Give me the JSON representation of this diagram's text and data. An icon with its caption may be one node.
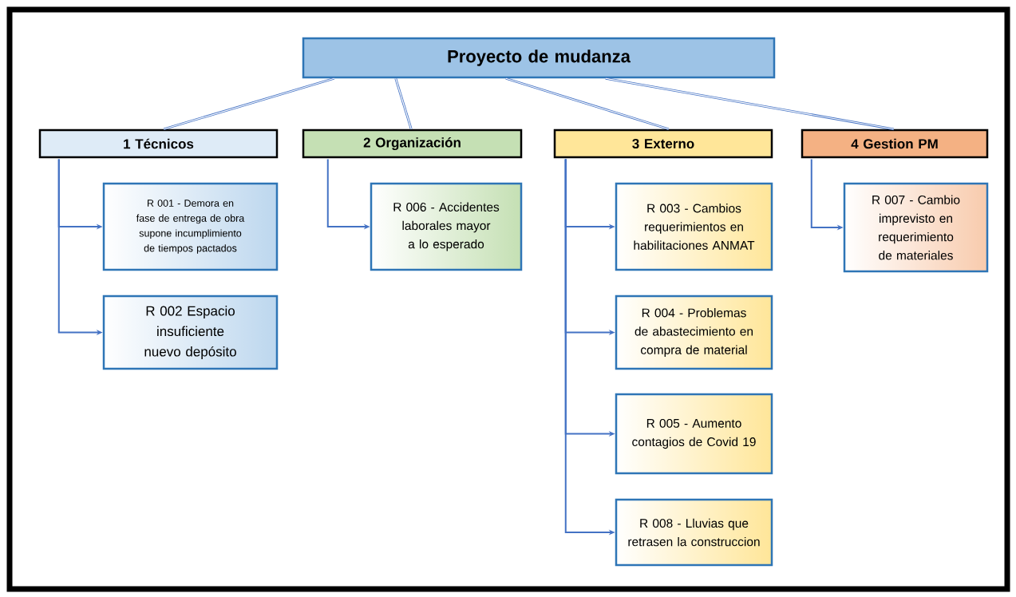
{
  "diagram": {
    "nodes": [
      {
        "text": [
          "Proyecto de mudanza"
        ]
      },
      {
        "text": [
          "1 Técnicos"
        ]
      },
      {
        "text": [
          "2 Organización"
        ]
      },
      {
        "text": [
          "3 Externo"
        ]
      },
      {
        "text": [
          "4 Gestion PM"
        ]
      },
      {
        "text": [
          "R 001 - Demora en fase de entrega de obra supone incumplimiento de tiempos pactados"
        ]
      },
      {
        "text": [
          "R 002 Espacio insuficiente nuevo depósito"
        ]
      },
      {
        "text": [
          "R 006 - Accidentes laborales mayor a lo esperado"
        ]
      },
      {
        "text": [
          "R 003 - Cambios requerimientos en habilitaciones ANMAT"
        ]
      },
      {
        "text": [
          "R 004 - Problemas de abastecimiento en compra de material"
        ]
      },
      {
        "text": [
          "R 005 - Aumento contagios de Covid 19"
        ]
      },
      {
        "text": [
          "R 008 - Lluvias que retrasen la construccion"
        ]
      },
      {
        "text": [
          "R 007 - Cambio imprevisto en requerimiento de materiales"
        ]
      }
    ],
    "edges": [
      {
        "from": 0,
        "to": 1,
        "arrow": "none"
      },
      {
        "from": 0,
        "to": 2,
        "arrow": "none"
      },
      {
        "from": 0,
        "to": 3,
        "arrow": "none"
      },
      {
        "from": 0,
        "to": 4,
        "arrow": "none"
      },
      {
        "from": 1,
        "to": 5,
        "arrow": "to"
      },
      {
        "from": 1,
        "to": 6,
        "arrow": "to"
      },
      {
        "from": 2,
        "to": 7,
        "arrow": "to"
      },
      {
        "from": 3,
        "to": 8,
        "arrow": "to"
      },
      {
        "from": 3,
        "to": 9,
        "arrow": "to"
      },
      {
        "from": 3,
        "to": 10,
        "arrow": "to"
      },
      {
        "from": 3,
        "to": 11,
        "arrow": "to"
      },
      {
        "from": 4,
        "to": 12,
        "arrow": "to"
      }
    ]
  }
}
